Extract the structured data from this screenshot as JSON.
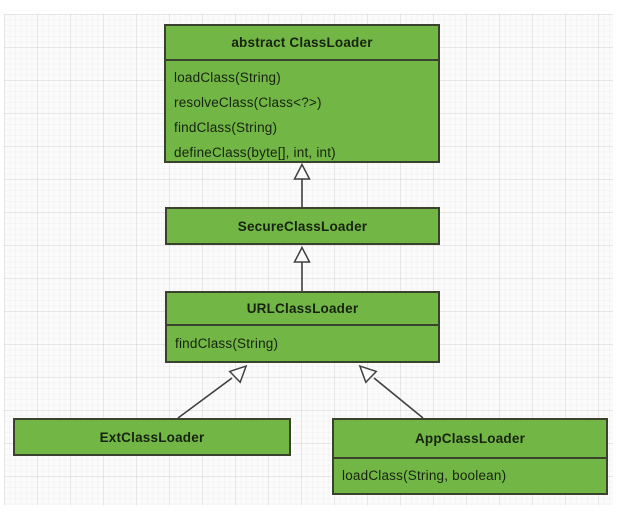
{
  "diagram": {
    "nodes": {
      "class_loader": {
        "title": "abstract ClassLoader",
        "methods": [
          "loadClass(String)",
          "resolveClass(Class<?>)",
          "findClass(String)",
          "defineClass(byte[], int, int)"
        ]
      },
      "secure_class_loader": {
        "title": "SecureClassLoader",
        "methods": []
      },
      "url_class_loader": {
        "title": "URLClassLoader",
        "methods": [
          "findClass(String)"
        ]
      },
      "ext_class_loader": {
        "title": "ExtClassLoader",
        "methods": []
      },
      "app_class_loader": {
        "title": "AppClassLoader",
        "methods": [
          "loadClass(String, boolean)"
        ]
      }
    },
    "edges": [
      {
        "from": "SecureClassLoader",
        "to": "abstract ClassLoader",
        "type": "generalization"
      },
      {
        "from": "URLClassLoader",
        "to": "SecureClassLoader",
        "type": "generalization"
      },
      {
        "from": "ExtClassLoader",
        "to": "URLClassLoader",
        "type": "generalization"
      },
      {
        "from": "AppClassLoader",
        "to": "URLClassLoader",
        "type": "generalization"
      }
    ],
    "colors": {
      "node_fill": "#72b646",
      "node_border": "#3a422e",
      "node_text": "#172310",
      "edge_stroke": "#404040",
      "arrowhead_fill": "#fcfcfc",
      "canvas_bg": "#fbfbfb"
    }
  }
}
